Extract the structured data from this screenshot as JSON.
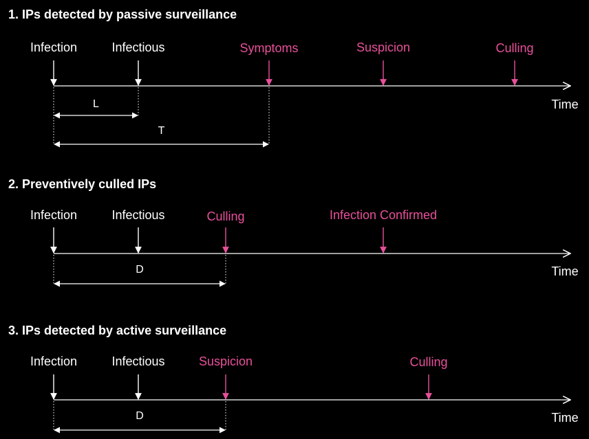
{
  "colors": {
    "background": "#000000",
    "white": "#ffffff",
    "pink": "#e8509a"
  },
  "panels": [
    {
      "title": "1. IPs detected by passive surveillance",
      "axis_label": "Time",
      "events": [
        {
          "label": "Infection",
          "color": "white"
        },
        {
          "label": "Infectious",
          "color": "white"
        },
        {
          "label": "Symptoms",
          "color": "pink"
        },
        {
          "label": "Suspicion",
          "color": "pink"
        },
        {
          "label": "Culling",
          "color": "pink"
        }
      ],
      "intervals": [
        {
          "label": "L",
          "from": "Infection",
          "to": "Infectious"
        },
        {
          "label": "T",
          "from": "Infection",
          "to": "Symptoms"
        }
      ]
    },
    {
      "title": "2. Preventively culled IPs",
      "axis_label": "Time",
      "events": [
        {
          "label": "Infection",
          "color": "white"
        },
        {
          "label": "Infectious",
          "color": "white"
        },
        {
          "label": "Culling",
          "color": "pink"
        },
        {
          "label": "Infection Confirmed",
          "color": "pink"
        }
      ],
      "intervals": [
        {
          "label": "D",
          "from": "Infection",
          "to": "Culling"
        }
      ]
    },
    {
      "title": "3. IPs detected by active surveillance",
      "axis_label": "Time",
      "events": [
        {
          "label": "Infection",
          "color": "white"
        },
        {
          "label": "Infectious",
          "color": "white"
        },
        {
          "label": "Suspicion",
          "color": "pink"
        },
        {
          "label": "Culling",
          "color": "pink"
        }
      ],
      "intervals": [
        {
          "label": "D",
          "from": "Infection",
          "to": "Suspicion"
        }
      ]
    }
  ]
}
